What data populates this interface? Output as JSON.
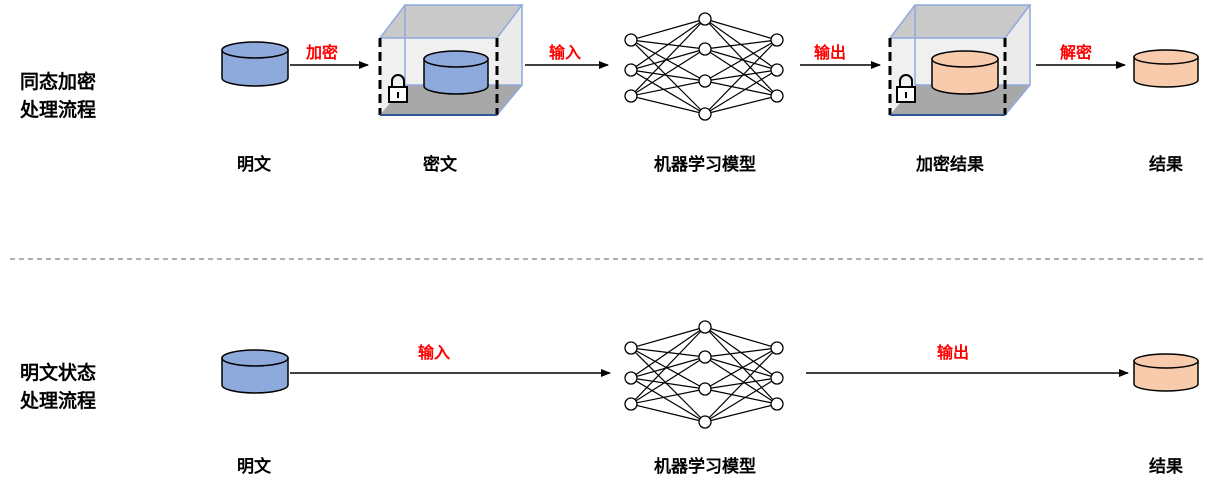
{
  "colors": {
    "plaintext_fill": "#8ea9db",
    "result_fill": "#f8cbad",
    "edge_label": "#ff0000",
    "text": "#000000",
    "box_front": "#e6e6e6",
    "box_top": "#c9c9c9",
    "box_bottom": "#a8a8a8",
    "box_edge": "#8faadc"
  },
  "top_row": {
    "title_line1": "同态加密",
    "title_line2": "处理流程",
    "nodes": {
      "plaintext": "明文",
      "ciphertext": "密文",
      "model": "机器学习模型",
      "encrypted_result": "加密结果",
      "result": "结果"
    },
    "edges": {
      "encrypt": "加密",
      "input": "输入",
      "output": "输出",
      "decrypt": "解密"
    }
  },
  "bottom_row": {
    "title_line1": "明文状态",
    "title_line2": "处理流程",
    "nodes": {
      "plaintext": "明文",
      "model": "机器学习模型",
      "result": "结果"
    },
    "edges": {
      "input": "输入",
      "output": "输出"
    }
  },
  "icons": {
    "database": "cylinder-icon",
    "lock": "lock-icon",
    "network": "neural-network-icon",
    "box": "cube-icon"
  }
}
